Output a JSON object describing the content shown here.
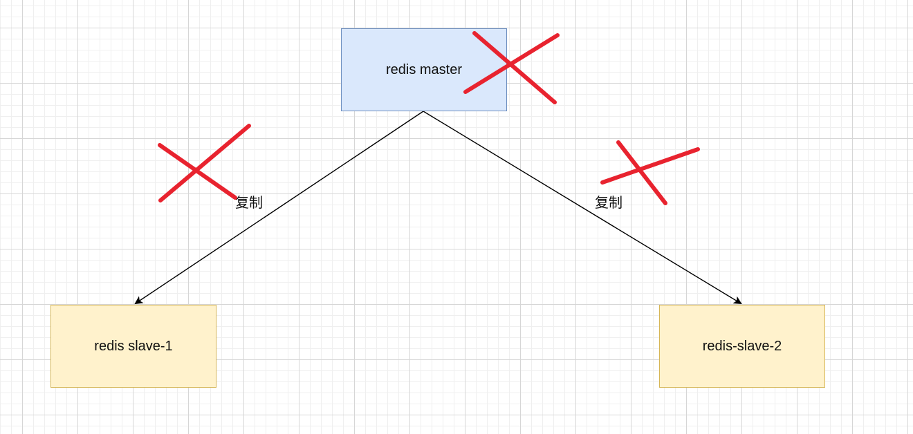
{
  "diagram": {
    "nodes": [
      {
        "id": "master",
        "label": "redis master",
        "fill": "#dae8fc",
        "stroke": "#6c8ebf"
      },
      {
        "id": "slave-1",
        "label": "redis slave-1",
        "fill": "#fff2cc",
        "stroke": "#d6b656"
      },
      {
        "id": "slave-2",
        "label": "redis-slave-2",
        "fill": "#fff2cc",
        "stroke": "#d6b656"
      }
    ],
    "edges": [
      {
        "from": "master",
        "to": "slave-1",
        "label": "复制"
      },
      {
        "from": "master",
        "to": "slave-2",
        "label": "复制"
      }
    ],
    "cross_color": "#e8232f",
    "edge_color": "#000000"
  }
}
